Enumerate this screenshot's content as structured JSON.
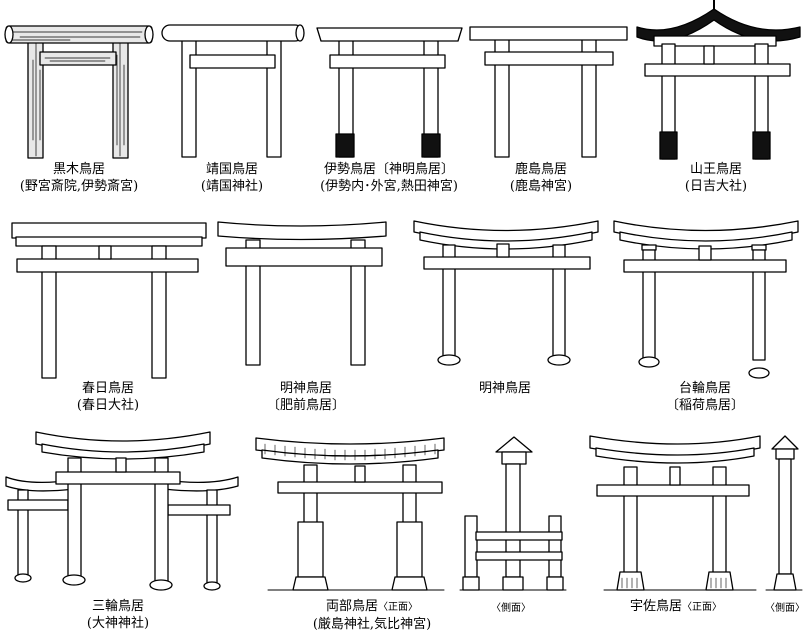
{
  "figures": [
    {
      "id": "kuroki",
      "name": "黒木鳥居",
      "note": "(野宮斎院,伊勢斎宮)"
    },
    {
      "id": "yasukuni",
      "name": "靖国鳥居",
      "note": "(靖国神社)"
    },
    {
      "id": "ise",
      "name": "伊勢鳥居〔神明鳥居〕",
      "note": "(伊勢内･外宮,熱田神宮)"
    },
    {
      "id": "kashima",
      "name": "鹿島鳥居",
      "note": "(鹿島神宮)"
    },
    {
      "id": "sanno",
      "name": "山王鳥居",
      "note": "(日吉大社)"
    },
    {
      "id": "kasuga",
      "name": "春日鳥居",
      "note": "(春日大社)"
    },
    {
      "id": "myojin_hizen",
      "name": "明神鳥居",
      "note": "〔肥前鳥居〕"
    },
    {
      "id": "myojin",
      "name": "明神鳥居",
      "note": ""
    },
    {
      "id": "daiwa",
      "name": "台輪鳥居",
      "note": "〔稲荷鳥居〕"
    },
    {
      "id": "miwa",
      "name": "三輪鳥居",
      "note": "(大神神社)"
    },
    {
      "id": "ryobu",
      "name": "両部鳥居",
      "view": "〈正面〉",
      "note": "(厳島神社,気比神宮)"
    },
    {
      "id": "ryobu_side",
      "name": "",
      "view": "〈側面〉",
      "note": ""
    },
    {
      "id": "usa",
      "name": "宇佐鳥居",
      "view": "〈正面〉",
      "note": ""
    },
    {
      "id": "usa_side",
      "name": "",
      "view": "〈側面〉",
      "note": ""
    }
  ]
}
